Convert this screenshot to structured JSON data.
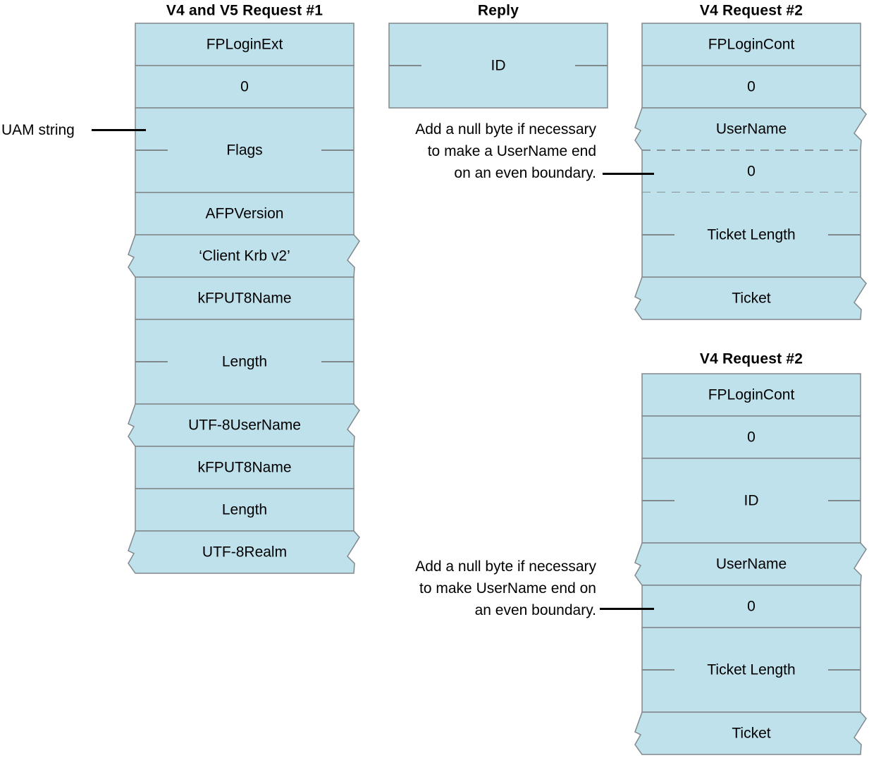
{
  "colors": {
    "background": "#ffffff",
    "box_fill": "#bfe1ec",
    "box_border": "#80888c",
    "pointer_color": "#000000",
    "text_color": "#000000"
  },
  "diagram": {
    "col1": {
      "title": "V4 and V5 Request #1",
      "rows": [
        {
          "label": "FPLoginExt"
        },
        {
          "label": "0"
        },
        {
          "label": "Flags",
          "wide_field": true
        },
        {
          "label": "AFPVersion"
        },
        {
          "label": "‘Client Krb v2’",
          "variable_length": true
        },
        {
          "label": "kFPUT8Name"
        },
        {
          "label": "Length",
          "wide_field": true
        },
        {
          "label": "UTF-8UserName",
          "variable_length": true
        },
        {
          "label": "kFPUT8Name"
        },
        {
          "label": "Length"
        },
        {
          "label": "UTF-8Realm",
          "variable_length": true
        }
      ]
    },
    "reply": {
      "title": "Reply",
      "rows": [
        {
          "label": "ID",
          "wide_field": true
        }
      ]
    },
    "col3_top": {
      "title": "V4 Request #2",
      "rows": [
        {
          "label": "FPLoginCont"
        },
        {
          "label": "0"
        },
        {
          "label": "UserName",
          "variable_length": true
        },
        {
          "label": "0",
          "optional": true
        },
        {
          "label": "Ticket Length",
          "wide_field": true
        },
        {
          "label": "Ticket",
          "variable_length": true
        }
      ]
    },
    "col3_bottom": {
      "title": "V4 Request #2",
      "rows": [
        {
          "label": "FPLoginCont"
        },
        {
          "label": "0"
        },
        {
          "label": "ID",
          "wide_field": true
        },
        {
          "label": "UserName",
          "variable_length": true
        },
        {
          "label": "0"
        },
        {
          "label": "Ticket Length",
          "wide_field": true
        },
        {
          "label": "Ticket",
          "variable_length": true
        }
      ]
    }
  },
  "annotations": {
    "uam": {
      "label": "UAM string"
    },
    "note_top": {
      "lines": [
        "Add a null byte if necessary",
        "to make a UserName end",
        "on an even boundary."
      ]
    },
    "note_bottom": {
      "lines": [
        "Add a null byte if necessary",
        "to make UserName end on",
        "an even boundary."
      ]
    }
  }
}
